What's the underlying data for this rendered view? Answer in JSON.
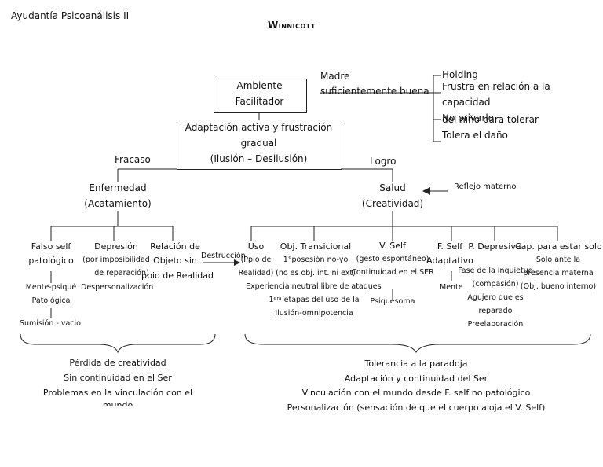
{
  "header": {
    "course": "Ayudantía Psicoanálisis II",
    "title": "Winnicott"
  },
  "top": {
    "box_ambiente": [
      "Ambiente",
      "Facilitador"
    ],
    "madre": [
      "Madre",
      "suficientemente buena"
    ],
    "madre_items": [
      "Holding",
      "Frustra en relación a la",
      "capacidad",
      "No privarlo",
      "del niño para tolerar",
      "Tolera el daño"
    ],
    "box_adaptacion": [
      "Adaptación activa y frustración",
      "gradual",
      "(Ilusión – Desilusión)"
    ]
  },
  "left": {
    "fracaso": "Fracaso",
    "enfermedad": [
      "Enfermedad",
      "(Acatamiento)"
    ],
    "falso_self": [
      "Falso self",
      "patológico"
    ],
    "mente": [
      "Mente-psiqué",
      "Patológica"
    ],
    "sumision": "Sumisión - vacio",
    "depresion": [
      "Depresión",
      "(por imposibilidad",
      "de reparación)",
      "Despersonalización"
    ],
    "relacion": [
      "Relación de",
      "Objeto sin",
      "ppio de Realidad"
    ],
    "destruccion": "Destrucción",
    "summary": [
      "Pérdida de creatividad",
      "Sin continuidad en el Ser",
      "Problemas en la vinculación con el",
      "mundo"
    ]
  },
  "right": {
    "logro": "Logro",
    "salud": [
      "Salud",
      "(Creatividad)"
    ],
    "reflejo": "Reflejo materno",
    "uso": [
      "Uso",
      "(Ppio de",
      "Realidad)"
    ],
    "obj_trans": [
      "Obj. Transicional",
      "1°posesión no-yo",
      "(no es obj. int.  ni ext)",
      "Experiencia neutral libre de ataques",
      "1ᵉʳᵃ etapas del uso de la",
      "Ilusión-omnipotencia"
    ],
    "v_self": [
      "V. Self",
      "(gesto espontáneo)",
      "Continuidad en el SER",
      "Psiquesoma"
    ],
    "f_self": [
      "F. Self",
      "Adaptativo",
      "Mente"
    ],
    "p_depresiva": [
      "P. Depresiva",
      "Fase de la inquietud",
      "(compasión)",
      "Agujero que es",
      "reparado",
      "Preelaboración"
    ],
    "cap_solo": [
      "Cap. para estar solo",
      "Sólo ante la",
      "presencia materna",
      "(Obj. bueno interno)"
    ],
    "summary": [
      "Tolerancia a la paradoja",
      "Adaptación y continuidad del Ser",
      "Vinculación con el mundo desde F. self no patológico",
      "Personalización (sensación de que el cuerpo aloja el V. Self)"
    ]
  }
}
